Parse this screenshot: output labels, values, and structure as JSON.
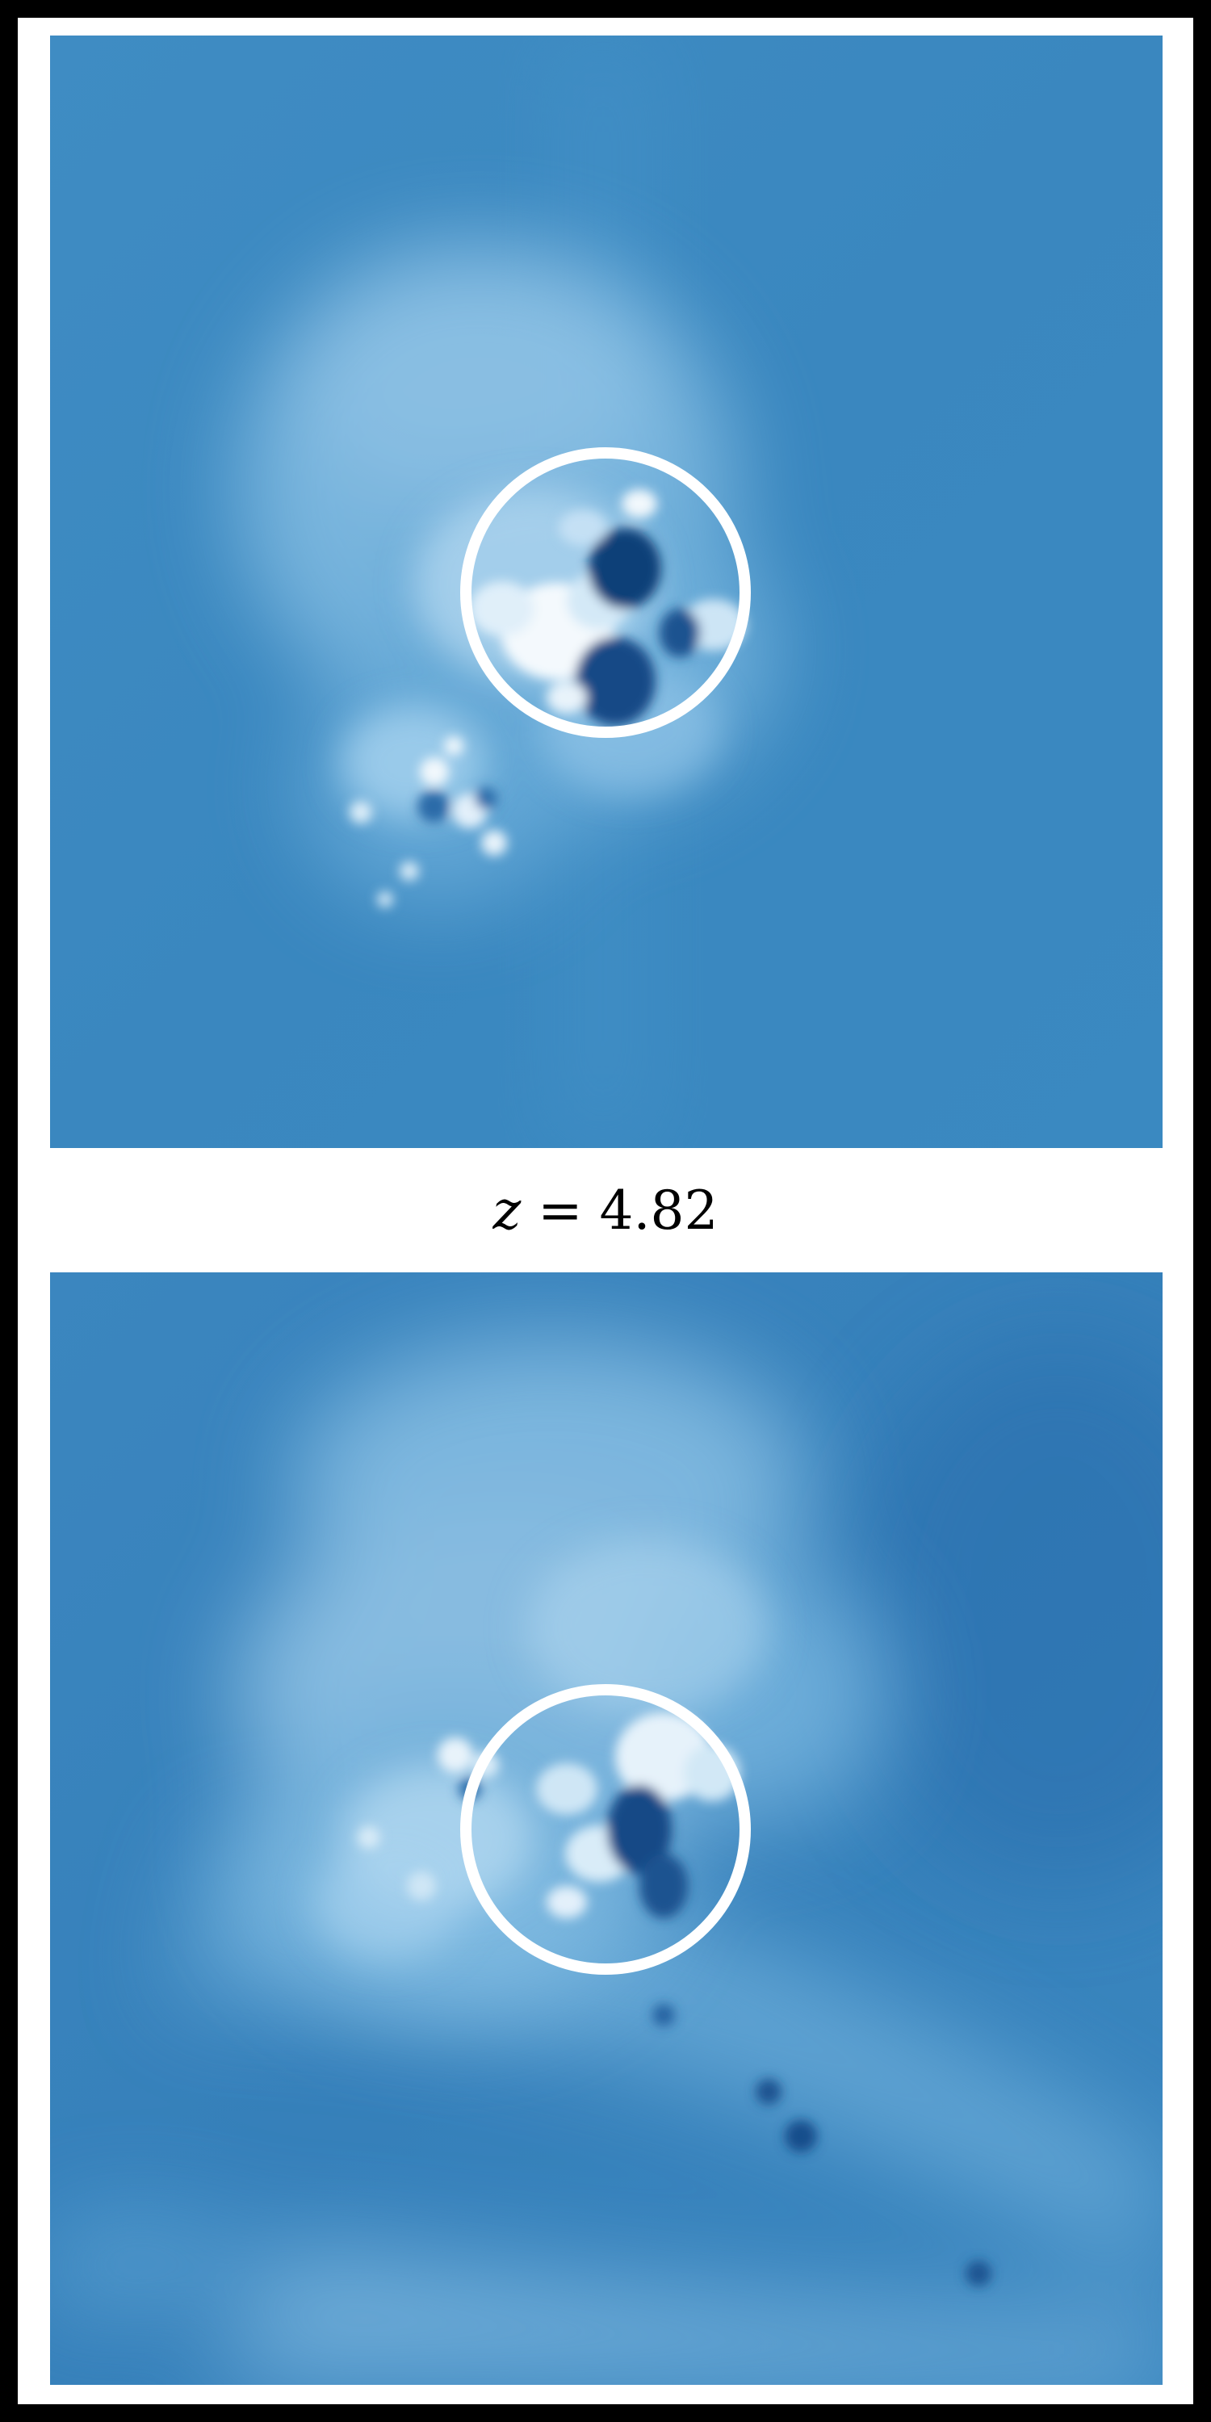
{
  "figure": {
    "redshift_label": {
      "variable": "z",
      "relation": " = ",
      "value": "4.82"
    },
    "panels": [
      {
        "id": "top",
        "background_color": "#3a87bf",
        "highlight_color": "#e6f2fa",
        "shadow_color": "#0f3f78",
        "aperture_ring_color": "#ffffff"
      },
      {
        "id": "bottom",
        "background_color": "#3680ba",
        "highlight_color": "#dcecf7",
        "shadow_color": "#0f3f78",
        "aperture_ring_color": "#ffffff"
      }
    ]
  }
}
